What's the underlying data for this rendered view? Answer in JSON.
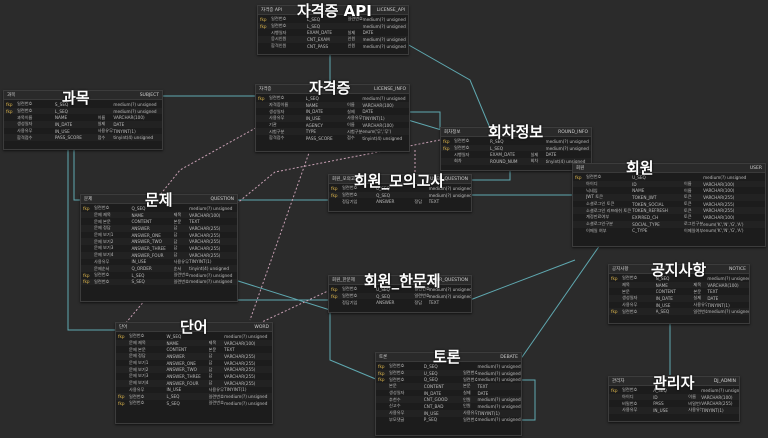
{
  "labels": {
    "license_api": "자격증 API",
    "subject": "과목",
    "license": "자격증",
    "round_info": "회차정보",
    "mock_exam": "회원_모의고사",
    "member": "회원",
    "question": "문제",
    "user_question": "회원_한문제",
    "notice": "공지사항",
    "word": "단어",
    "debate": "토론",
    "admin": "관리자"
  },
  "tables": {
    "license_api": {
      "left": "자격증 API",
      "right": "LICENSE_API",
      "rows": [
        [
          "fkp",
          "일련번호",
          "L_SEQ",
          "일련번호",
          "medium(?) unsigned"
        ],
        [
          "fkp",
          "일련번호",
          "L_SEQ",
          "",
          "medium(?) unsigned"
        ],
        [
          "",
          "시행일자",
          "EXAM_DATE",
          "실제",
          "DATE"
        ],
        [
          "",
          "응시인원",
          "CNT_EXAM",
          "인원",
          "medium(?) unsigned"
        ],
        [
          "",
          "합격인원",
          "CNT_PASS",
          "인원",
          "medium(?) unsigned"
        ]
      ]
    },
    "subject": {
      "left": "과목",
      "right": "SUBJECT",
      "rows": [
        [
          "fkp",
          "일련번호",
          "S_SEQ",
          "",
          "medium(?) unsigned"
        ],
        [
          "fkp",
          "일련번호",
          "L_SEQ",
          "",
          "medium(?) unsigned"
        ],
        [
          "",
          "과목이름",
          "NAME",
          "이름",
          "VARCHAR(100)"
        ],
        [
          "",
          "생성일자",
          "IN_DATE",
          "실제",
          "DATE"
        ],
        [
          "",
          "사용유무",
          "IN_USE",
          "사용유무",
          "TINYINT(1)"
        ],
        [
          "",
          "합격점수",
          "PASS_SCORE",
          "점수",
          "tinyint(4) unsigned"
        ]
      ]
    },
    "license": {
      "left": "자격증",
      "right": "LICENSE_INFO",
      "rows": [
        [
          "fkp",
          "일련번호",
          "L_SEQ",
          "",
          "medium(?) unsigned"
        ],
        [
          "",
          "자격증이름",
          "NAME",
          "이름",
          "VARCHAR(100)"
        ],
        [
          "",
          "생성일자",
          "IN_DATE",
          "실제",
          "DATE"
        ],
        [
          "",
          "사용유무",
          "IN_USE",
          "사용유무",
          "TINYINT(1)"
        ],
        [
          "",
          "기관",
          "AGENCY",
          "이름",
          "VARCHAR(100)"
        ],
        [
          "",
          "시험구분",
          "TYPE",
          "시험구분",
          "enum('무','무')"
        ],
        [
          "",
          "합격점수",
          "PASS_SCORE",
          "점수",
          "tinyint(4) unsigned"
        ]
      ]
    },
    "round_info": {
      "left": "회차정보",
      "right": "ROUND_INFO",
      "rows": [
        [
          "fkp",
          "일련번호",
          "R_SEQ",
          "",
          "medium(?) unsigned"
        ],
        [
          "fkp",
          "일련번호",
          "L_SEQ",
          "",
          "medium(?) unsigned"
        ],
        [
          "",
          "시행일자",
          "EXAM_DATE",
          "실제",
          "DATE"
        ],
        [
          "",
          "회차",
          "ROUND_NUM",
          "회차",
          "tinyint(4) unsigned"
        ]
      ]
    },
    "mock_exam": {
      "left": "회원_모의고사",
      "right": "USER_QUESTION",
      "rows": [
        [
          "fkp",
          "일련번호",
          "U_SEQ",
          "",
          "medium(?) unsigned"
        ],
        [
          "fkp",
          "일련번호",
          "Q_SEQ",
          "",
          "medium(?) unsigned"
        ],
        [
          "",
          "정답기입",
          "ANSWER",
          "정답",
          "TEXT"
        ]
      ]
    },
    "member": {
      "left": "회원",
      "right": "USER",
      "rows": [
        [
          "fkp",
          "일련번호",
          "U_SEQ",
          "",
          "medium(?) unsigned"
        ],
        [
          "",
          "아이디",
          "ID",
          "이름",
          "VARCHAR(100)"
        ],
        [
          "",
          "닉네임",
          "NAME",
          "이름",
          "VARCHAR(100)"
        ],
        [
          "",
          "JWT 토큰",
          "TOKEN_JWT",
          "토큰",
          "VARCHAR(255)"
        ],
        [
          "",
          "소셜로그인 토큰",
          "TOKEN_SOCIAL",
          "토큰",
          "VARCHAR(255)"
        ],
        [
          "",
          "소셜로그인 리프레쉬 토큰",
          "TOKEN_REFRESH",
          "토큰",
          "VARCHAR(255)"
        ],
        [
          "",
          "계정만료여부",
          "EXPIRED_CH",
          "토큰",
          "VARCHAR(100)"
        ],
        [
          "",
          "소셜로그인구분",
          "SOCIAL_TYPE",
          "로그인구분",
          "enum('K','N','G','A')"
        ],
        [
          "",
          "이메일 여부",
          "C_TYPE",
          "이메일여부",
          "enum('K','N','G','A')"
        ]
      ]
    },
    "question": {
      "left": "문제",
      "right": "QUESTION",
      "rows": [
        [
          "fkp",
          "일련번호",
          "Q_SEQ",
          "",
          "medium(?) unsigned"
        ],
        [
          "",
          "문제 제목",
          "NAME",
          "제목",
          "VARCHAR(100)"
        ],
        [
          "",
          "문제 본문",
          "CONTENT",
          "본문",
          "TEXT"
        ],
        [
          "",
          "문제 정답",
          "ANSWER",
          "답",
          "VARCHAR(255)"
        ],
        [
          "",
          "문제 보기1",
          "ANSWER_ONE",
          "답",
          "VARCHAR(255)"
        ],
        [
          "",
          "문제 보기2",
          "ANSWER_TWO",
          "답",
          "VARCHAR(255)"
        ],
        [
          "",
          "문제 보기3",
          "ANSWER_THREE",
          "답",
          "VARCHAR(255)"
        ],
        [
          "",
          "문제 보기4",
          "ANSWER_FOUR",
          "답",
          "VARCHAR(255)"
        ],
        [
          "",
          "사용유무",
          "IN_USE",
          "사용유무",
          "TINYINT(1)"
        ],
        [
          "",
          "문제순서",
          "Q_ORDER",
          "순서",
          "tinyint(4) unsigned"
        ],
        [
          "fkp",
          "일련번호",
          "L_SEQ",
          "일련번호",
          "medium(?) unsigned"
        ],
        [
          "fkp",
          "일련번호",
          "S_SEQ",
          "일련번호",
          "medium(?) unsigned"
        ]
      ]
    },
    "user_question": {
      "left": "회원_한문제",
      "right": "USER_QUESTION",
      "rows": [
        [
          "fkp",
          "일련번호",
          "U_SEQ",
          "일련번호",
          "medium(?) unsigned"
        ],
        [
          "fkp",
          "일련번호",
          "Q_SEQ",
          "일련번호",
          "medium(?) unsigned"
        ],
        [
          "",
          "정답기입",
          "ANSWER",
          "정답",
          "TEXT"
        ]
      ]
    },
    "notice": {
      "left": "공지사항",
      "right": "NOTICE",
      "rows": [
        [
          "fkp",
          "일련번호",
          "N_SEQ",
          "",
          "medium(?) unsigned"
        ],
        [
          "",
          "제목",
          "NAME",
          "제목",
          "VARCHAR(100)"
        ],
        [
          "",
          "본문",
          "CONTENT",
          "본문",
          "TEXT"
        ],
        [
          "",
          "생성일자",
          "IN_DATE",
          "실제",
          "DATE"
        ],
        [
          "",
          "사용유무",
          "IN_USE",
          "사용유무",
          "TINYINT(1)"
        ],
        [
          "fkp",
          "일련번호",
          "A_SEQ",
          "일련번호",
          "medium(?) unsigned"
        ]
      ]
    },
    "word": {
      "left": "단어",
      "right": "WORD",
      "rows": [
        [
          "fkp",
          "일련번호",
          "W_SEQ",
          "",
          "medium(?) unsigned"
        ],
        [
          "",
          "문제 제목",
          "NAME",
          "제목",
          "VARCHAR(100)"
        ],
        [
          "",
          "문제 본문",
          "CONTENT",
          "본문",
          "TEXT"
        ],
        [
          "",
          "문제 정답",
          "ANSWER",
          "답",
          "VARCHAR(255)"
        ],
        [
          "",
          "문제 보기1",
          "ANSWER_ONE",
          "답",
          "VARCHAR(255)"
        ],
        [
          "",
          "문제 보기2",
          "ANSWER_TWO",
          "답",
          "VARCHAR(255)"
        ],
        [
          "",
          "문제 보기3",
          "ANSWER_THREE",
          "답",
          "VARCHAR(255)"
        ],
        [
          "",
          "문제 보기4",
          "ANSWER_FOUR",
          "답",
          "VARCHAR(255)"
        ],
        [
          "",
          "사용유무",
          "IN_USE",
          "사용유무",
          "TINYINT(1)"
        ],
        [
          "fkp",
          "일련번호",
          "L_SEQ",
          "일련번호",
          "medium(?) unsigned"
        ],
        [
          "fkp",
          "일련번호",
          "S_SEQ",
          "일련번호",
          "medium(?) unsigned"
        ]
      ]
    },
    "debate": {
      "left": "토론",
      "right": "DEBATE",
      "rows": [
        [
          "fkp",
          "일련번호",
          "D_SEQ",
          "",
          "medium(?) unsigned"
        ],
        [
          "fkp",
          "일련번호",
          "U_SEQ",
          "일련번호",
          "medium(?) unsigned"
        ],
        [
          "fkp",
          "일련번호",
          "Q_SEQ",
          "일련번호",
          "medium(?) unsigned"
        ],
        [
          "",
          "본문",
          "CONTENT",
          "본문",
          "TEXT"
        ],
        [
          "",
          "생성일자",
          "IN_DATE",
          "실제",
          "DATE"
        ],
        [
          "",
          "추천수",
          "CNT_GOOD",
          "인원",
          "medium(?) unsigned"
        ],
        [
          "",
          "신고수",
          "CNT_BAD",
          "인원",
          "medium(?) unsigned"
        ],
        [
          "",
          "사용유무",
          "IN_USE",
          "사용유무",
          "TINYINT(1)"
        ],
        [
          "",
          "부모댓글",
          "P_SEQ",
          "일련번호",
          "medium(?) unsigned"
        ]
      ]
    },
    "admin": {
      "left": "관리자",
      "right": "DJ_ADMIN",
      "rows": [
        [
          "fkp",
          "일련번호",
          "A_SEQ",
          "",
          "medium(?) unsigned"
        ],
        [
          "",
          "아이디",
          "ID",
          "이름",
          "VARCHAR(100)"
        ],
        [
          "",
          "비밀번호",
          "PASS",
          "비밀번호",
          "VARCHAR(255)"
        ],
        [
          "",
          "사용유무",
          "IN_USE",
          "사용유무",
          "TINYINT(1)"
        ]
      ]
    }
  },
  "colors": {
    "background": "#2b2b2b",
    "table_bg": "#1c1c1c",
    "link_teal": "#5fa8b0",
    "link_pink": "#c8a0b4",
    "key_gold": "#d9b34a"
  }
}
